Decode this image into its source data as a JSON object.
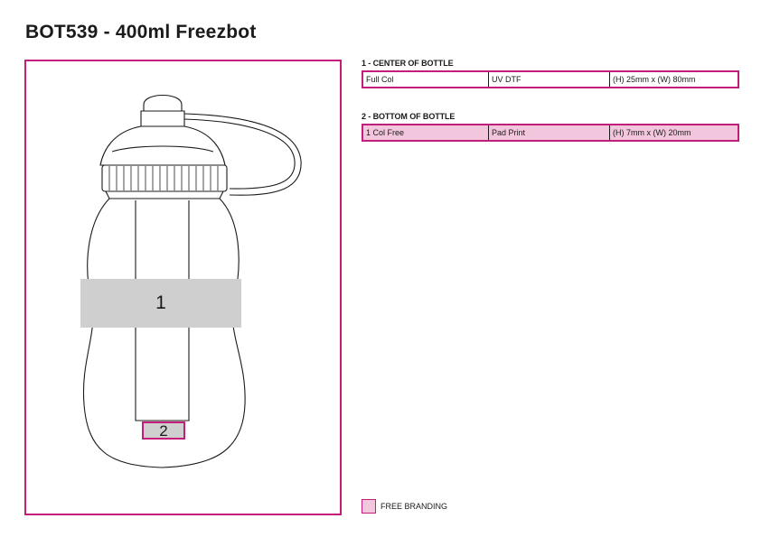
{
  "title": "BOT539 - 400ml Freezbot",
  "areas": {
    "area1_label": "1",
    "area2_label": "2"
  },
  "sections": [
    {
      "title": "1 - CENTER OF BOTTLE",
      "method": "Full Col",
      "technique": "UV DTF",
      "size": "(H) 25mm x (W) 80mm",
      "free": false
    },
    {
      "title": "2 - BOTTOM OF BOTTLE",
      "method": "1 Col Free",
      "technique": "Pad Print",
      "size": "(H) 7mm x (W) 20mm",
      "free": true
    }
  ],
  "legend": {
    "label": "FREE BRANDING",
    "color": "#f2c6dd"
  },
  "colors": {
    "accent": "#c41e7d",
    "print_area": "#cfcfcf"
  }
}
